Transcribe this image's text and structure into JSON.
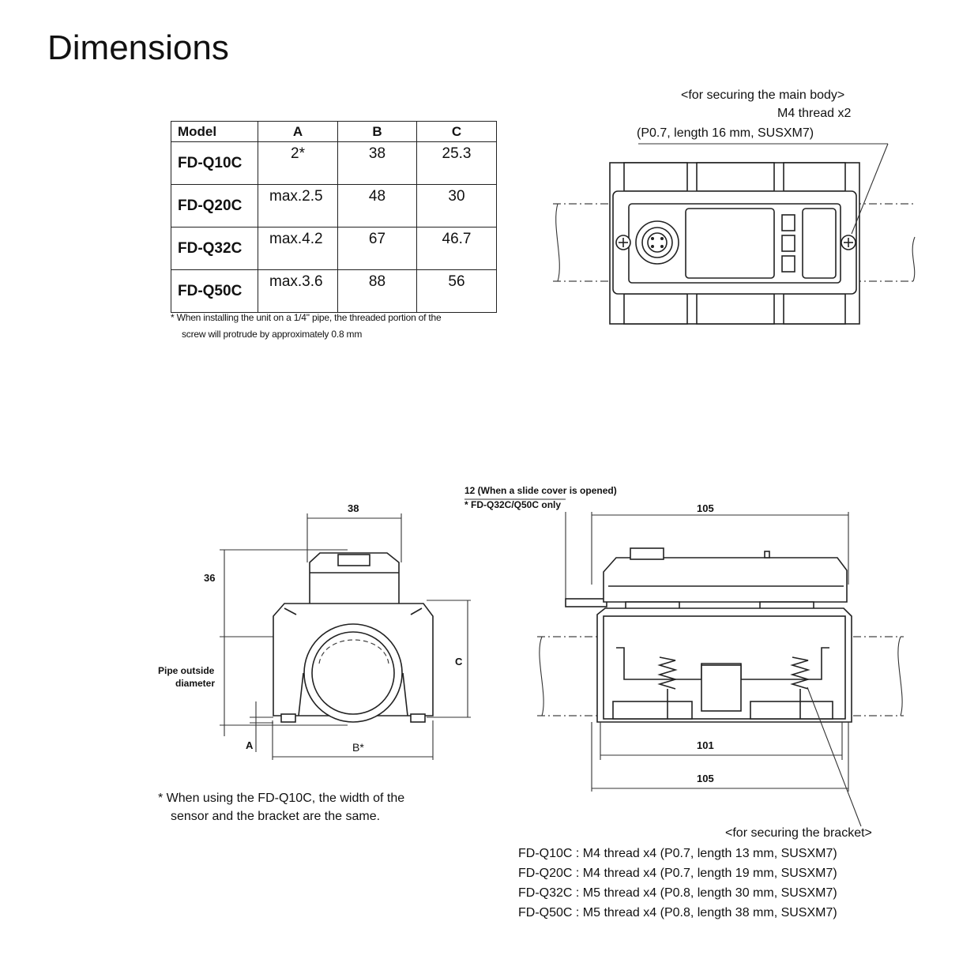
{
  "title": "Dimensions",
  "table": {
    "headers": [
      "Model",
      "A",
      "B",
      "C"
    ],
    "rows": [
      [
        "FD-Q10C",
        "2*",
        "38",
        "25.3"
      ],
      [
        "FD-Q20C",
        "max.2.5",
        "48",
        "30"
      ],
      [
        "FD-Q32C",
        "max.4.2",
        "67",
        "46.7"
      ],
      [
        "FD-Q50C",
        "max.3.6",
        "88",
        "56"
      ]
    ],
    "footnote": [
      "* When installing the unit on a 1/4\" pipe, the threaded portion of the",
      "screw will protrude by approximately 0.8 mm"
    ]
  },
  "top_view": {
    "callout": [
      "<for securing the main body>",
      "M4 thread x2",
      "(P0.7, length 16 mm, SUSXM7)"
    ]
  },
  "front_view": {
    "labels": {
      "width_38": "38",
      "height_36": "36",
      "pipe": [
        "Pipe outside",
        "diameter"
      ],
      "c": "C",
      "a": "A",
      "b": "B*"
    },
    "note": [
      "* When using the FD-Q10C, the width of the",
      "sensor and the bracket are the same."
    ]
  },
  "side_view": {
    "note_top": [
      "12 (When a slide cover is opened)",
      "* FD-Q32C/Q50C only"
    ],
    "labels": {
      "top_105": "105",
      "mid_101": "101",
      "bottom_105": "105"
    },
    "callout": [
      "<for securing the bracket>",
      "FD-Q10C : M4 thread x4 (P0.7, length 13 mm, SUSXM7)",
      "FD-Q20C : M4 thread x4 (P0.7, length 19 mm, SUSXM7)",
      "FD-Q32C : M5 thread x4 (P0.8, length 30 mm, SUSXM7)",
      "FD-Q50C : M5 thread x4 (P0.8, length 38 mm, SUSXM7)"
    ]
  }
}
